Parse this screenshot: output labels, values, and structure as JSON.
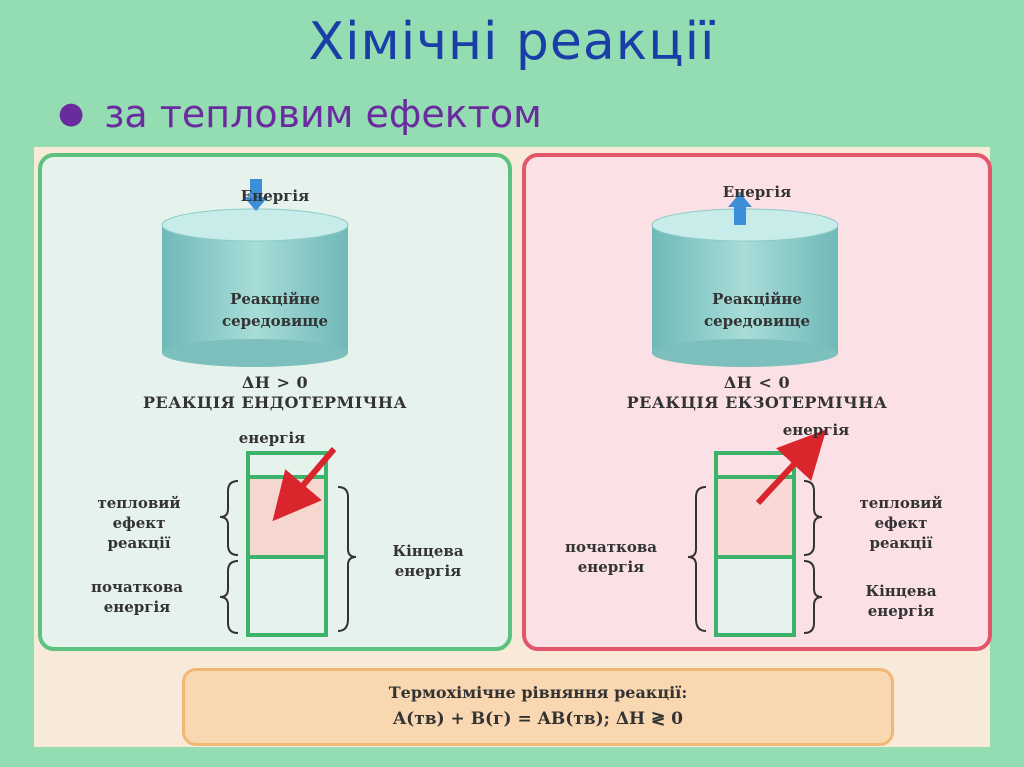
{
  "slide": {
    "title": "Хімічні реакції",
    "bullet": "за тепловим ефектом"
  },
  "left_panel": {
    "energy_top": "Енергія",
    "cylinder_line1": "Реакційне",
    "cylinder_line2": "середовище",
    "delta": "ΔH > 0",
    "reaction": "РЕАКЦІЯ ЕНДОТЕРМІЧНА",
    "arrow_label": "енергія",
    "brace_top_1": "тепловий",
    "brace_top_2": "ефект",
    "brace_top_3": "реакції",
    "brace_bottom_1": "початкова",
    "brace_bottom_2": "енергія",
    "right_label_1": "Кінцева",
    "right_label_2": "енергія"
  },
  "right_panel": {
    "energy_top": "Енергія",
    "cylinder_line1": "Реакційне",
    "cylinder_line2": "середовище",
    "delta": "ΔH < 0",
    "reaction": "РЕАКЦІЯ ЕКЗОТЕРМІЧНА",
    "arrow_label": "енергія",
    "left_label_1": "початкова",
    "left_label_2": "енергія",
    "brace_top_1": "тепловий",
    "brace_top_2": "ефект",
    "brace_top_3": "реакції",
    "brace_bottom_1": "Кінцева",
    "brace_bottom_2": "енергія"
  },
  "equation": {
    "caption": "Термохімічне рівняння реакції:",
    "formula": "A(тв) + B(г) = AB(тв); ΔH ≷ 0"
  },
  "colors": {
    "background": "#94dcb1",
    "title": "#1a3ea8",
    "bullet": "#6a2b9e",
    "endo_border": "#5cc27d",
    "exo_border": "#e4566b",
    "arrow_red": "#d9252b",
    "arrow_blue": "#3a8fd8"
  }
}
